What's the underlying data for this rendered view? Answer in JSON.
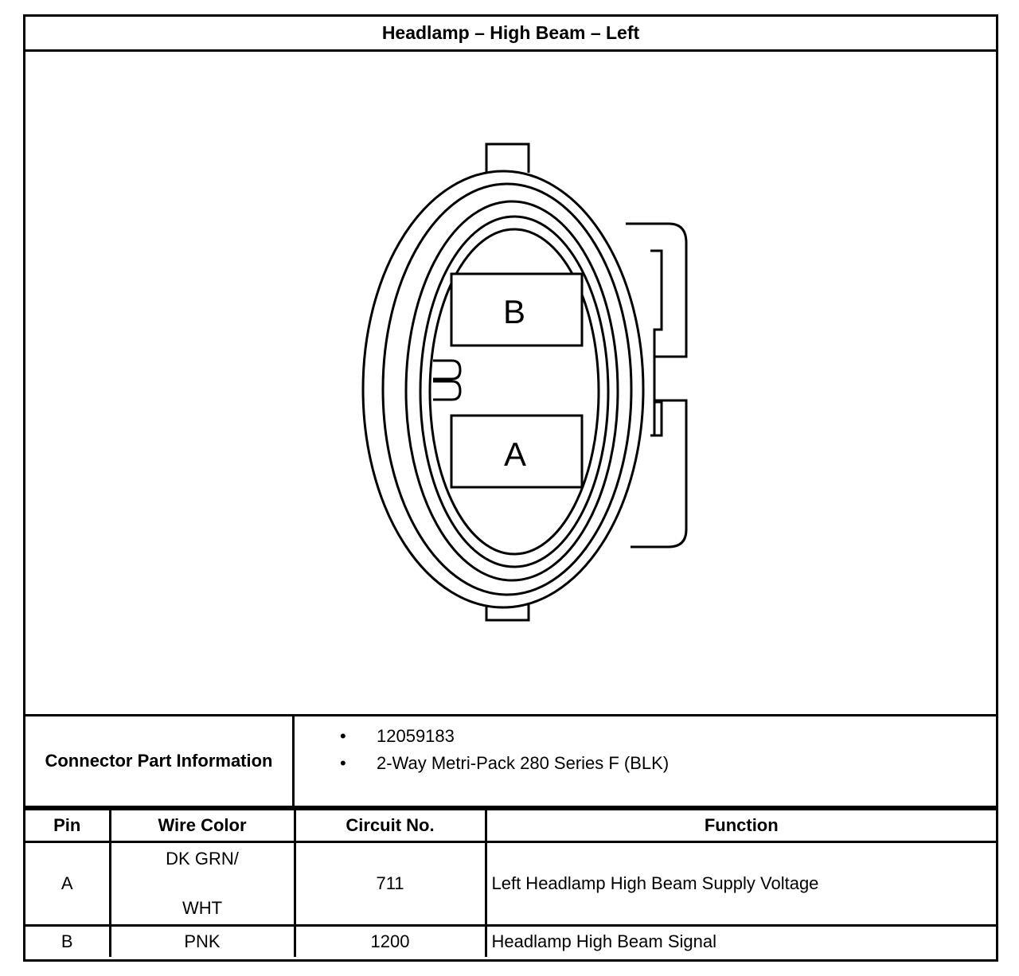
{
  "title": "Headlamp – High Beam – Left",
  "diagram": {
    "pin_labels": [
      "B",
      "A"
    ]
  },
  "connector_info": {
    "label": "Connector Part Information",
    "items": [
      "12059183",
      "2-Way Metri-Pack 280 Series F (BLK)"
    ],
    "bullet": "•"
  },
  "pin_table": {
    "headers": [
      "Pin",
      "Wire Color",
      "Circuit No.",
      "Function"
    ],
    "rows": [
      {
        "pin": "A",
        "wire_color_line1": "DK GRN/",
        "wire_color_line2": "WHT",
        "circuit": "711",
        "function": "Left Headlamp High Beam Supply Voltage"
      },
      {
        "pin": "B",
        "wire_color": "PNK",
        "circuit": "1200",
        "function": "Headlamp High Beam Signal"
      }
    ]
  }
}
